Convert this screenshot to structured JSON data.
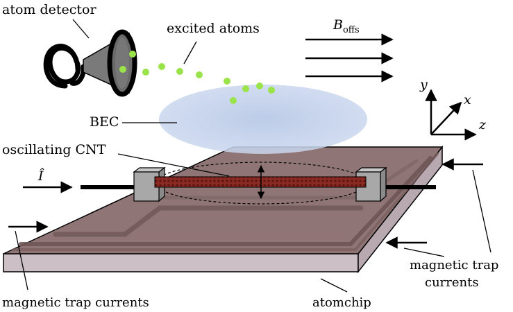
{
  "labels": {
    "atom_detector": "atom detector",
    "excited_atoms": "excited atoms",
    "b_offs_symbol": "B",
    "b_offs_subscript": "offs",
    "bec": "BEC",
    "oscillating_cnt": "oscillating CNT",
    "current_symbol": "Î",
    "axis_y": "y",
    "axis_x": "x",
    "axis_z": "z",
    "magnetic_trap_currents_left": "magnetic trap currents",
    "magnetic_trap_currents_right_line1": "magnetic trap",
    "magnetic_trap_currents_right_line2": "currents",
    "atomchip": "atomchip"
  },
  "colors": {
    "atom_green": "#9be34a",
    "bec_blue": "#b9c9e6",
    "chip_top": "#8c7070",
    "chip_side": "#c8b8c0",
    "cnt_red": "#8a2a22"
  }
}
